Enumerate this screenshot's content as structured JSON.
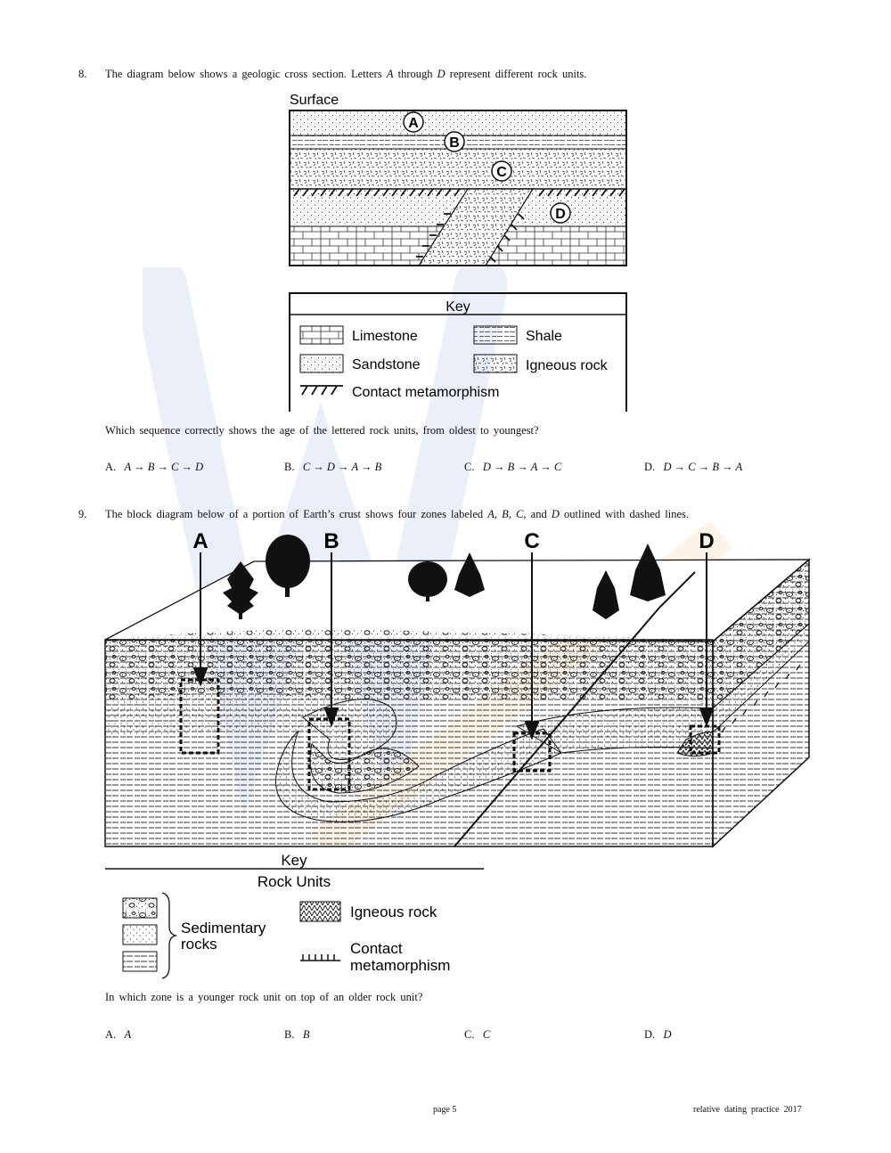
{
  "q8": {
    "number": "8.",
    "prompt_parts": [
      "The diagram below shows a geologic cross section.  Letters ",
      "A",
      " through ",
      "D",
      " represent different rock units."
    ],
    "diagram": {
      "surface_label": "Surface",
      "unit_labels": [
        "A",
        "B",
        "C",
        "D"
      ],
      "key_title": "Key",
      "key_items": [
        "Limestone",
        "Shale",
        "Sandstone",
        "Igneous rock",
        "Contact metamorphism"
      ]
    },
    "question": "Which sequence correctly shows the age of the lettered rock units, from oldest to youngest?",
    "choices": [
      {
        "letter": "A.",
        "text": "A → B → C → D"
      },
      {
        "letter": "B.",
        "text": "C → D → A → B"
      },
      {
        "letter": "C.",
        "text": "D → B → A → C"
      },
      {
        "letter": "D.",
        "text": "D → C → B → A"
      }
    ]
  },
  "q9": {
    "number": "9.",
    "prompt_parts": [
      "The block diagram below of a portion of Earth’s crust shows four zones labeled ",
      "A",
      ", ",
      "B",
      ", ",
      "C",
      ", and ",
      "D",
      " outlined with dashed lines."
    ],
    "diagram": {
      "zone_labels": [
        "A",
        "B",
        "C",
        "D"
      ],
      "key_title": "Key",
      "key_subtitle": "Rock Units",
      "sedimentary_label_1": "Sedimentary",
      "sedimentary_label_2": "rocks",
      "igneous_label": "Igneous rock",
      "contact_label_1": "Contact",
      "contact_label_2": "metamorphism"
    },
    "question": "In which zone is a younger rock unit on top of an older rock unit?",
    "choices": [
      {
        "letter": "A.",
        "text": "A"
      },
      {
        "letter": "B.",
        "text": "B"
      },
      {
        "letter": "C.",
        "text": "C"
      },
      {
        "letter": "D.",
        "text": "D"
      }
    ]
  },
  "footer": {
    "page": "page 5",
    "title": "relative  dating  practice  2017"
  }
}
